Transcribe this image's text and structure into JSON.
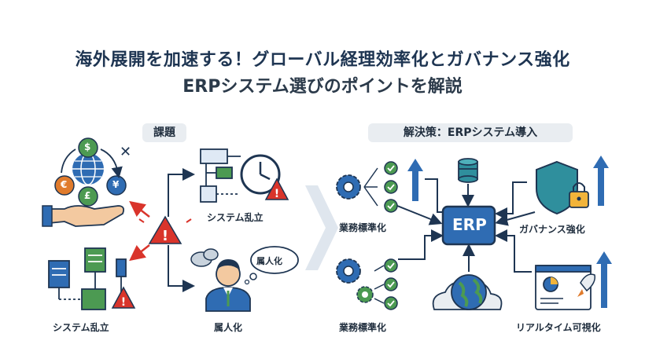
{
  "title": {
    "line1": "海外展開を加速する！グローバル経理効率化とガバナンス強化",
    "line2": "ERPシステム選びのポイントを解説"
  },
  "left_panel": {
    "heading": "課題",
    "labels": {
      "top_right": "システム乱立",
      "bottom_left": "システム乱立",
      "bottom_right": "属人化",
      "bubble": "属人化"
    },
    "currency_symbols": [
      "$",
      "€",
      "¥",
      "£"
    ],
    "close_mark": "✕"
  },
  "right_panel": {
    "heading": "解決策：ERPシステム導入",
    "center": "ERP",
    "labels": {
      "top_left": "業務標準化",
      "bottom_left": "業務標準化",
      "top_right": "ガバナンス強化",
      "bottom_right": "リアルタイム可視化"
    }
  },
  "colors": {
    "navy": "#1e3552",
    "accent_blue": "#2f6cb3",
    "warning_red": "#d9342b",
    "green": "#4c9a52",
    "teal": "#2f8f9d"
  }
}
